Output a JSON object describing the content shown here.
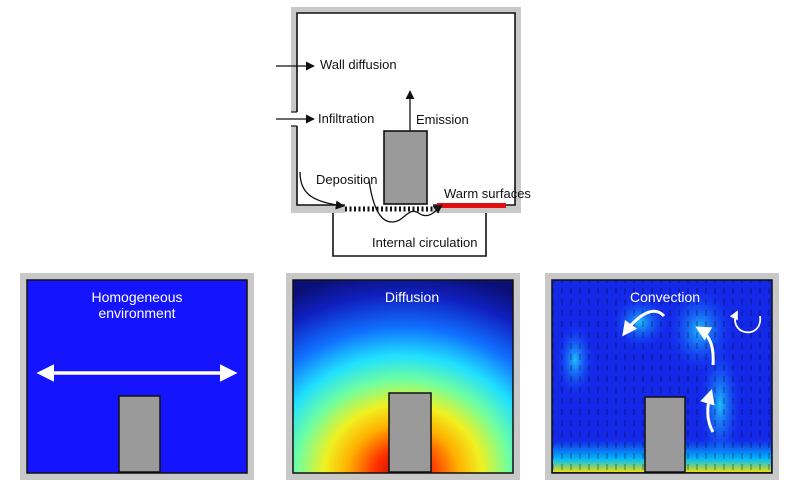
{
  "top_diagram": {
    "labels": {
      "wall_diffusion": "Wall diffusion",
      "infiltration": "Infiltration",
      "emission": "Emission",
      "deposition": "Deposition",
      "warm_surfaces": "Warm surfaces",
      "internal_circulation": "Internal circulation"
    }
  },
  "panels": {
    "homogeneous": {
      "title_line1": "Homogeneous",
      "title_line2": "environment"
    },
    "diffusion": {
      "title": "Diffusion"
    },
    "convection": {
      "title": "Convection"
    }
  },
  "colors": {
    "frame_gray": "#c8c8c8",
    "object_gray": "#9a9a9a",
    "warm_red": "#e01010",
    "homogeneous_blue": "#1414ff"
  }
}
